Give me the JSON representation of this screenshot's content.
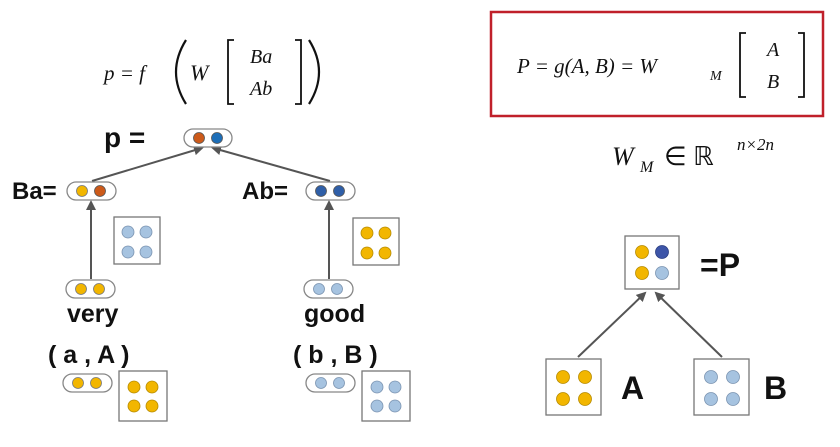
{
  "formula_left": {
    "lhs": "p = f",
    "w": "W",
    "top": "Ba",
    "bottom": "Ab"
  },
  "formula_right": {
    "lhs": "P = g(A, B) = W",
    "sub": "M",
    "top": "A",
    "bottom": "B",
    "border_color": "#c0202a"
  },
  "wm_def": {
    "w": "W",
    "sub": "M",
    "rest": "∈ ℝ",
    "exp": "n×2n"
  },
  "left_tree": {
    "p_label": "p =",
    "ba_label": "Ba=",
    "ab_label": "Ab=",
    "word_very": "very",
    "word_good": "good",
    "tuple_a": "( a , A )",
    "tuple_b": "( b , B )"
  },
  "right_tree": {
    "p_label": "=P",
    "a_label": "A",
    "b_label": "B"
  },
  "colors": {
    "yellow": "#f2b600",
    "orange": "#cc5a1a",
    "blue": "#1d6eb8",
    "dark_blue": "#2f5fa8",
    "light_blue": "#a6c3e0",
    "navy": "#3d55a8"
  }
}
